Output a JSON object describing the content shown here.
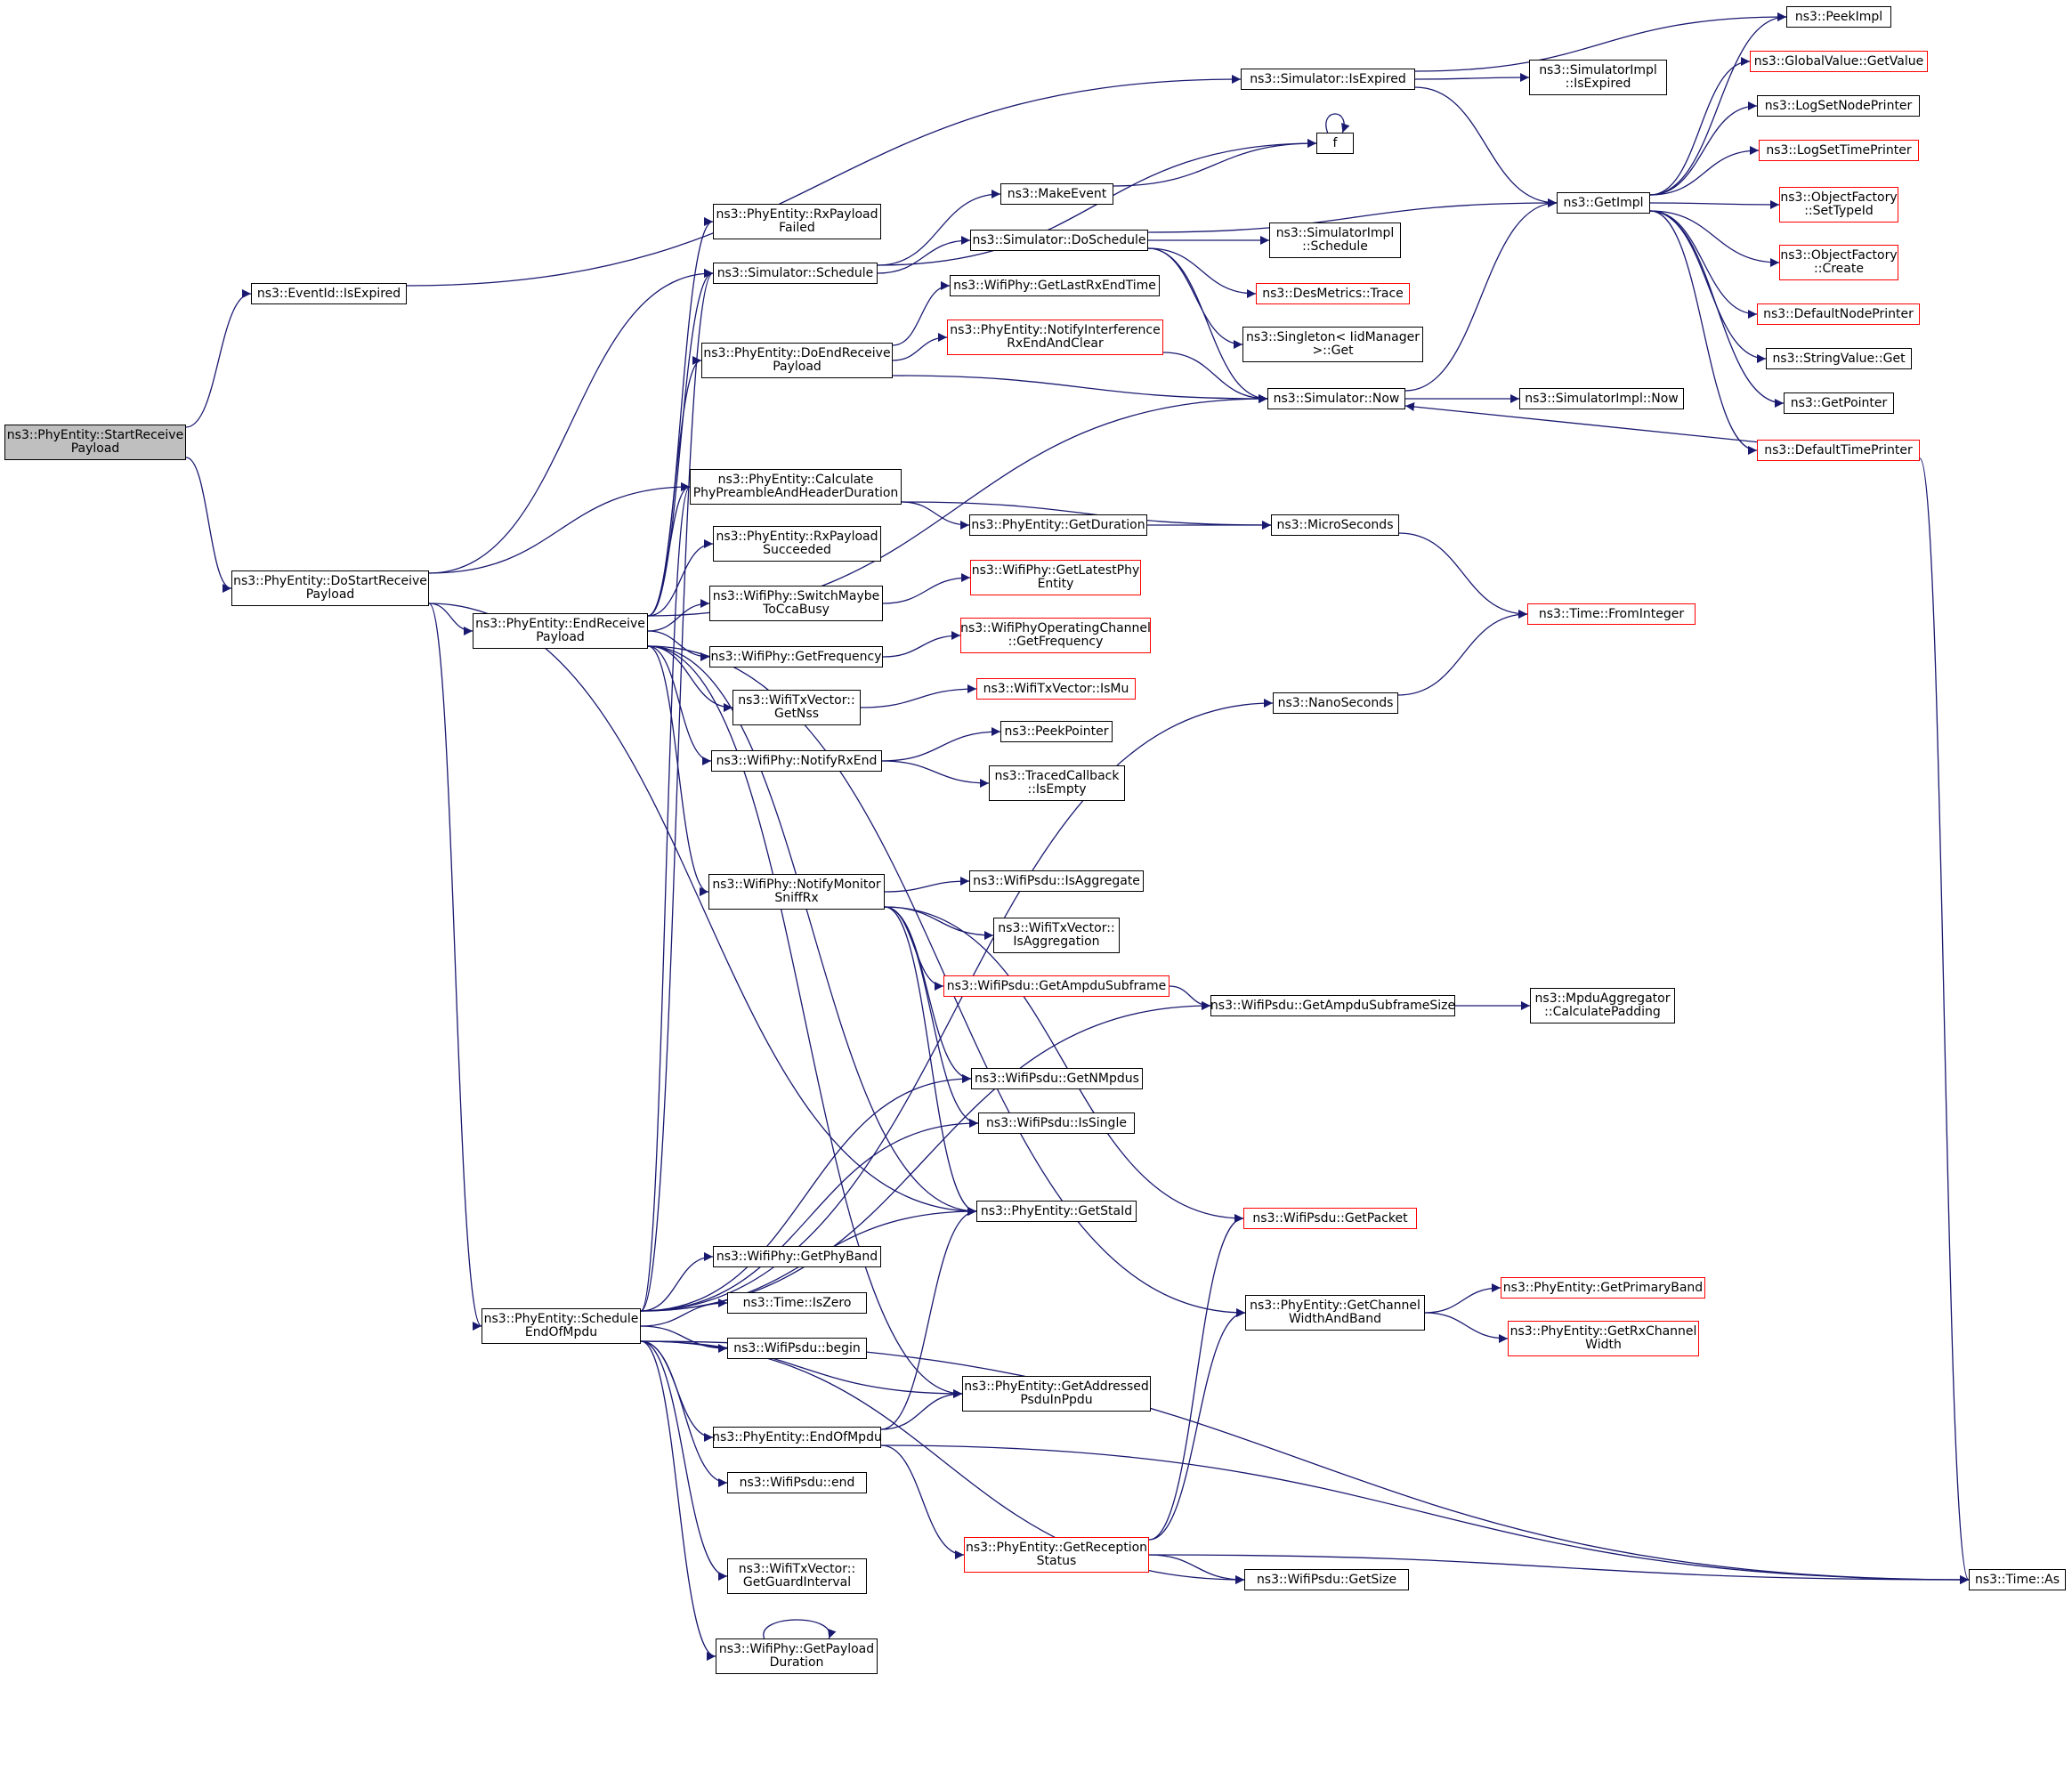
{
  "graph": {
    "edge_color": "#191970",
    "node_border_color": "#000000",
    "incomplete_node_border_color": "#ff0000",
    "root_fill_color": "#bfbfbf",
    "nodes": [
      {
        "id": "startRx",
        "label": "ns3::PhyEntity::StartReceive\nPayload",
        "style": "root"
      },
      {
        "id": "eventIdIsExpired",
        "label": "ns3::EventId::IsExpired",
        "style": "normal"
      },
      {
        "id": "doStartRx",
        "label": "ns3::PhyEntity::DoStartReceive\nPayload",
        "style": "normal"
      },
      {
        "id": "simIsExpired",
        "label": "ns3::Simulator::IsExpired",
        "style": "normal"
      },
      {
        "id": "simImplIsExpired",
        "label": "ns3::SimulatorImpl\n::IsExpired",
        "style": "normal"
      },
      {
        "id": "peekImpl",
        "label": "ns3::PeekImpl",
        "style": "normal"
      },
      {
        "id": "globalValueGetValue",
        "label": "ns3::GlobalValue::GetValue",
        "style": "red"
      },
      {
        "id": "logSetNodePrinter",
        "label": "ns3::LogSetNodePrinter",
        "style": "normal"
      },
      {
        "id": "logSetTimePrinter",
        "label": "ns3::LogSetTimePrinter",
        "style": "red"
      },
      {
        "id": "f",
        "label": "f",
        "style": "normal"
      },
      {
        "id": "makeEvent",
        "label": "ns3::MakeEvent",
        "style": "normal"
      },
      {
        "id": "getImpl",
        "label": "ns3::GetImpl",
        "style": "normal"
      },
      {
        "id": "ofSetTypeId",
        "label": "ns3::ObjectFactory\n::SetTypeId",
        "style": "red"
      },
      {
        "id": "ofCreate",
        "label": "ns3::ObjectFactory\n::Create",
        "style": "red"
      },
      {
        "id": "defaultNodePrinter",
        "label": "ns3::DefaultNodePrinter",
        "style": "red"
      },
      {
        "id": "stringValueGet",
        "label": "ns3::StringValue::Get",
        "style": "normal"
      },
      {
        "id": "getPointer",
        "label": "ns3::GetPointer",
        "style": "normal"
      },
      {
        "id": "defaultTimePrinter",
        "label": "ns3::DefaultTimePrinter",
        "style": "red"
      },
      {
        "id": "rxPayloadFailed",
        "label": "ns3::PhyEntity::RxPayload\nFailed",
        "style": "normal"
      },
      {
        "id": "simSchedule",
        "label": "ns3::Simulator::Schedule",
        "style": "normal"
      },
      {
        "id": "simDoSchedule",
        "label": "ns3::Simulator::DoSchedule",
        "style": "normal"
      },
      {
        "id": "simImplSchedule",
        "label": "ns3::SimulatorImpl\n::Schedule",
        "style": "normal"
      },
      {
        "id": "desMetricsTrace",
        "label": "ns3::DesMetrics::Trace",
        "style": "red"
      },
      {
        "id": "singletonGet",
        "label": "ns3::Singleton< IidManager\n>::Get",
        "style": "normal"
      },
      {
        "id": "getLastRxEndTime",
        "label": "ns3::WifiPhy::GetLastRxEndTime",
        "style": "normal"
      },
      {
        "id": "doEndRx",
        "label": "ns3::PhyEntity::DoEndReceive\nPayload",
        "style": "normal"
      },
      {
        "id": "notifyInterference",
        "label": "ns3::PhyEntity::NotifyInterference\nRxEndAndClear",
        "style": "red"
      },
      {
        "id": "simNow",
        "label": "ns3::Simulator::Now",
        "style": "normal"
      },
      {
        "id": "simImplNow",
        "label": "ns3::SimulatorImpl::Now",
        "style": "normal"
      },
      {
        "id": "calcPreamble",
        "label": "ns3::PhyEntity::Calculate\nPhyPreambleAndHeaderDuration",
        "style": "normal"
      },
      {
        "id": "getDuration",
        "label": "ns3::PhyEntity::GetDuration",
        "style": "normal"
      },
      {
        "id": "microSeconds",
        "label": "ns3::MicroSeconds",
        "style": "normal"
      },
      {
        "id": "rxPayloadSucceeded",
        "label": "ns3::PhyEntity::RxPayload\nSucceeded",
        "style": "normal"
      },
      {
        "id": "endRx",
        "label": "ns3::PhyEntity::EndReceive\nPayload",
        "style": "normal"
      },
      {
        "id": "switchMaybe",
        "label": "ns3::WifiPhy::SwitchMaybe\nToCcaBusy",
        "style": "normal"
      },
      {
        "id": "getLatestPhyEntity",
        "label": "ns3::WifiPhy::GetLatestPhy\nEntity",
        "style": "red"
      },
      {
        "id": "getFrequency",
        "label": "ns3::WifiPhy::GetFrequency",
        "style": "normal"
      },
      {
        "id": "opChanGetFrequency",
        "label": "ns3::WifiPhyOperatingChannel\n::GetFrequency",
        "style": "red"
      },
      {
        "id": "timeFromInteger",
        "label": "ns3::Time::FromInteger",
        "style": "red"
      },
      {
        "id": "getNss",
        "label": "ns3::WifiTxVector::\nGetNss",
        "style": "normal"
      },
      {
        "id": "isMu",
        "label": "ns3::WifiTxVector::IsMu",
        "style": "red"
      },
      {
        "id": "nanoSeconds",
        "label": "ns3::NanoSeconds",
        "style": "normal"
      },
      {
        "id": "notifyRxEnd",
        "label": "ns3::WifiPhy::NotifyRxEnd",
        "style": "normal"
      },
      {
        "id": "peekPointer",
        "label": "ns3::PeekPointer",
        "style": "normal"
      },
      {
        "id": "tracedIsEmpty",
        "label": "ns3::TracedCallback\n::IsEmpty",
        "style": "normal"
      },
      {
        "id": "notifyMonitor",
        "label": "ns3::WifiPhy::NotifyMonitor\nSniffRx",
        "style": "normal"
      },
      {
        "id": "psduIsAggregate",
        "label": "ns3::WifiPsdu::IsAggregate",
        "style": "normal"
      },
      {
        "id": "txIsAggregation",
        "label": "ns3::WifiTxVector::\nIsAggregation",
        "style": "normal"
      },
      {
        "id": "getAmpduSubframe",
        "label": "ns3::WifiPsdu::GetAmpduSubframe",
        "style": "red"
      },
      {
        "id": "getAmpduSubframeSize",
        "label": "ns3::WifiPsdu::GetAmpduSubframeSize",
        "style": "normal"
      },
      {
        "id": "calcPadding",
        "label": "ns3::MpduAggregator\n::CalculatePadding",
        "style": "normal"
      },
      {
        "id": "getNMpdus",
        "label": "ns3::WifiPsdu::GetNMpdus",
        "style": "normal"
      },
      {
        "id": "isSingle",
        "label": "ns3::WifiPsdu::IsSingle",
        "style": "normal"
      },
      {
        "id": "getPacket",
        "label": "ns3::WifiPsdu::GetPacket",
        "style": "red"
      },
      {
        "id": "getStaId",
        "label": "ns3::PhyEntity::GetStaId",
        "style": "normal"
      },
      {
        "id": "getPhyBand",
        "label": "ns3::WifiPhy::GetPhyBand",
        "style": "normal"
      },
      {
        "id": "getChannelWidthAndBand",
        "label": "ns3::PhyEntity::GetChannel\nWidthAndBand",
        "style": "normal"
      },
      {
        "id": "getPrimaryBand",
        "label": "ns3::PhyEntity::GetPrimaryBand",
        "style": "red"
      },
      {
        "id": "getRxChannelWidth",
        "label": "ns3::PhyEntity::GetRxChannel\nWidth",
        "style": "red"
      },
      {
        "id": "timeIsZero",
        "label": "ns3::Time::IsZero",
        "style": "normal"
      },
      {
        "id": "scheduleEndOfMpdu",
        "label": "ns3::PhyEntity::Schedule\nEndOfMpdu",
        "style": "normal"
      },
      {
        "id": "psduBegin",
        "label": "ns3::WifiPsdu::begin",
        "style": "normal"
      },
      {
        "id": "getAddressedPsdu",
        "label": "ns3::PhyEntity::GetAddressed\nPsduInPpdu",
        "style": "normal"
      },
      {
        "id": "endOfMpdu",
        "label": "ns3::PhyEntity::EndOfMpdu",
        "style": "normal"
      },
      {
        "id": "psduEnd",
        "label": "ns3::WifiPsdu::end",
        "style": "normal"
      },
      {
        "id": "getReceptionStatus",
        "label": "ns3::PhyEntity::GetReception\nStatus",
        "style": "red"
      },
      {
        "id": "psduGetSize",
        "label": "ns3::WifiPsdu::GetSize",
        "style": "normal"
      },
      {
        "id": "timeAs",
        "label": "ns3::Time::As",
        "style": "normal"
      },
      {
        "id": "getGuardInterval",
        "label": "ns3::WifiTxVector::\nGetGuardInterval",
        "style": "normal"
      },
      {
        "id": "getPayloadDuration",
        "label": "ns3::WifiPhy::GetPayload\nDuration",
        "style": "normal"
      }
    ],
    "edges": [
      [
        "startRx",
        "eventIdIsExpired"
      ],
      [
        "startRx",
        "doStartRx"
      ],
      [
        "eventIdIsExpired",
        "simIsExpired"
      ],
      [
        "simIsExpired",
        "peekImpl"
      ],
      [
        "simIsExpired",
        "simImplIsExpired"
      ],
      [
        "simIsExpired",
        "getImpl"
      ],
      [
        "getImpl",
        "peekImpl"
      ],
      [
        "getImpl",
        "globalValueGetValue"
      ],
      [
        "getImpl",
        "logSetNodePrinter"
      ],
      [
        "getImpl",
        "logSetTimePrinter"
      ],
      [
        "getImpl",
        "ofSetTypeId"
      ],
      [
        "getImpl",
        "ofCreate"
      ],
      [
        "getImpl",
        "defaultNodePrinter"
      ],
      [
        "getImpl",
        "stringValueGet"
      ],
      [
        "getImpl",
        "getPointer"
      ],
      [
        "getImpl",
        "defaultTimePrinter"
      ],
      [
        "defaultTimePrinter",
        "simNow"
      ],
      [
        "defaultTimePrinter",
        "timeAs"
      ],
      [
        "f",
        "f"
      ],
      [
        "makeEvent",
        "f"
      ],
      [
        "doStartRx",
        "simSchedule"
      ],
      [
        "doStartRx",
        "calcPreamble"
      ],
      [
        "doStartRx",
        "endRx"
      ],
      [
        "doStartRx",
        "getStaId"
      ],
      [
        "doStartRx",
        "scheduleEndOfMpdu"
      ],
      [
        "simSchedule",
        "f"
      ],
      [
        "simSchedule",
        "makeEvent"
      ],
      [
        "simSchedule",
        "simDoSchedule"
      ],
      [
        "simDoSchedule",
        "getImpl"
      ],
      [
        "simDoSchedule",
        "simImplSchedule"
      ],
      [
        "simDoSchedule",
        "desMetricsTrace"
      ],
      [
        "simDoSchedule",
        "singletonGet"
      ],
      [
        "simDoSchedule",
        "simNow"
      ],
      [
        "doEndRx",
        "getLastRxEndTime"
      ],
      [
        "doEndRx",
        "notifyInterference"
      ],
      [
        "doEndRx",
        "simNow"
      ],
      [
        "notifyInterference",
        "simNow"
      ],
      [
        "simNow",
        "getImpl"
      ],
      [
        "simNow",
        "simImplNow"
      ],
      [
        "calcPreamble",
        "getDuration"
      ],
      [
        "calcPreamble",
        "microSeconds"
      ],
      [
        "getDuration",
        "microSeconds"
      ],
      [
        "microSeconds",
        "timeFromInteger"
      ],
      [
        "nanoSeconds",
        "timeFromInteger"
      ],
      [
        "endRx",
        "rxPayloadFailed"
      ],
      [
        "endRx",
        "simSchedule"
      ],
      [
        "endRx",
        "doEndRx"
      ],
      [
        "endRx",
        "simNow"
      ],
      [
        "endRx",
        "calcPreamble"
      ],
      [
        "endRx",
        "rxPayloadSucceeded"
      ],
      [
        "endRx",
        "switchMaybe"
      ],
      [
        "endRx",
        "getFrequency"
      ],
      [
        "endRx",
        "getNss"
      ],
      [
        "endRx",
        "notifyRxEnd"
      ],
      [
        "endRx",
        "notifyMonitor"
      ],
      [
        "endRx",
        "getStaId"
      ],
      [
        "endRx",
        "getAddressedPsdu"
      ],
      [
        "endRx",
        "getChannelWidthAndBand"
      ],
      [
        "switchMaybe",
        "getLatestPhyEntity"
      ],
      [
        "getFrequency",
        "opChanGetFrequency"
      ],
      [
        "getNss",
        "isMu"
      ],
      [
        "notifyRxEnd",
        "peekPointer"
      ],
      [
        "notifyRxEnd",
        "tracedIsEmpty"
      ],
      [
        "notifyMonitor",
        "psduIsAggregate"
      ],
      [
        "notifyMonitor",
        "txIsAggregation"
      ],
      [
        "notifyMonitor",
        "getAmpduSubframe"
      ],
      [
        "notifyMonitor",
        "getNMpdus"
      ],
      [
        "notifyMonitor",
        "isSingle"
      ],
      [
        "notifyMonitor",
        "getPacket"
      ],
      [
        "notifyMonitor",
        "getStaId"
      ],
      [
        "getAmpduSubframe",
        "getAmpduSubframeSize"
      ],
      [
        "getAmpduSubframeSize",
        "calcPadding"
      ],
      [
        "getChannelWidthAndBand",
        "getPrimaryBand"
      ],
      [
        "getChannelWidthAndBand",
        "getRxChannelWidth"
      ],
      [
        "scheduleEndOfMpdu",
        "simSchedule"
      ],
      [
        "scheduleEndOfMpdu",
        "calcPreamble"
      ],
      [
        "scheduleEndOfMpdu",
        "nanoSeconds"
      ],
      [
        "scheduleEndOfMpdu",
        "getNMpdus"
      ],
      [
        "scheduleEndOfMpdu",
        "isSingle"
      ],
      [
        "scheduleEndOfMpdu",
        "getStaId"
      ],
      [
        "scheduleEndOfMpdu",
        "getPhyBand"
      ],
      [
        "scheduleEndOfMpdu",
        "timeIsZero"
      ],
      [
        "scheduleEndOfMpdu",
        "psduBegin"
      ],
      [
        "scheduleEndOfMpdu",
        "getAddressedPsdu"
      ],
      [
        "scheduleEndOfMpdu",
        "endOfMpdu"
      ],
      [
        "scheduleEndOfMpdu",
        "psduEnd"
      ],
      [
        "scheduleEndOfMpdu",
        "getAmpduSubframeSize"
      ],
      [
        "scheduleEndOfMpdu",
        "getGuardInterval"
      ],
      [
        "scheduleEndOfMpdu",
        "getPayloadDuration"
      ],
      [
        "scheduleEndOfMpdu",
        "psduGetSize"
      ],
      [
        "scheduleEndOfMpdu",
        "timeAs"
      ],
      [
        "endOfMpdu",
        "getStaId"
      ],
      [
        "endOfMpdu",
        "getAddressedPsdu"
      ],
      [
        "endOfMpdu",
        "getReceptionStatus"
      ],
      [
        "endOfMpdu",
        "timeAs"
      ],
      [
        "getReceptionStatus",
        "getPacket"
      ],
      [
        "getReceptionStatus",
        "getChannelWidthAndBand"
      ],
      [
        "getReceptionStatus",
        "psduGetSize"
      ],
      [
        "getReceptionStatus",
        "timeAs"
      ],
      [
        "getPayloadDuration",
        "getPayloadDuration"
      ]
    ]
  }
}
